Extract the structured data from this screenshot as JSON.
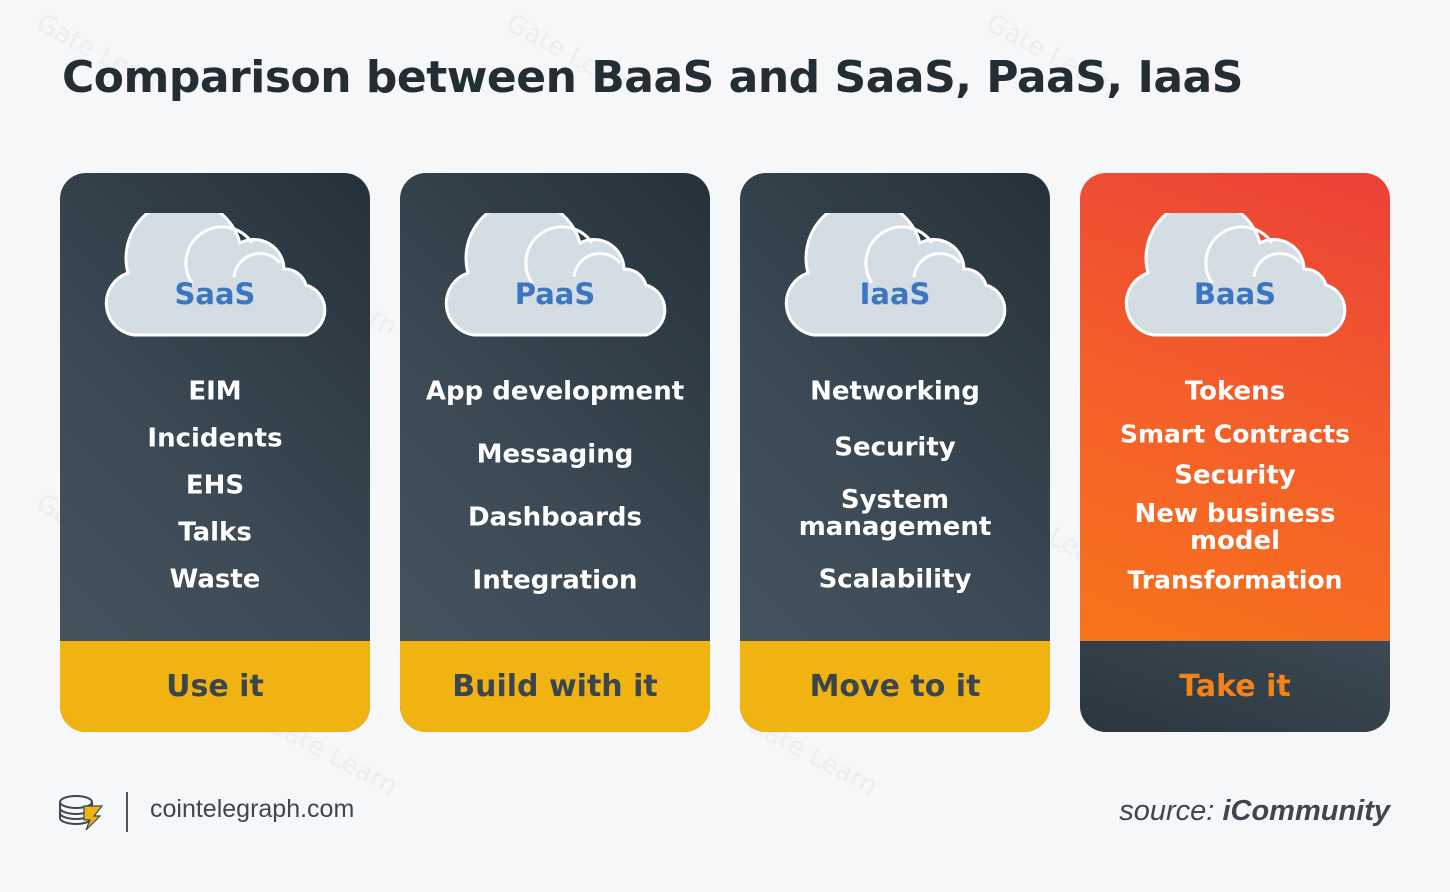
{
  "title": "Comparison between BaaS and SaaS, PaaS, IaaS",
  "watermark_text": "Gate Learn",
  "cards": [
    {
      "cloud_label": "SaaS",
      "items": [
        "EIM",
        "Incidents",
        "EHS",
        "Talks",
        "Waste"
      ],
      "footer": "Use it"
    },
    {
      "cloud_label": "PaaS",
      "items": [
        "App development",
        "Messaging",
        "Dashboards",
        "Integration"
      ],
      "footer": "Build with it"
    },
    {
      "cloud_label": "IaaS",
      "items": [
        "Networking",
        "Security",
        "System management",
        "Scalability"
      ],
      "footer": "Move to it"
    },
    {
      "cloud_label": "BaaS",
      "items": [
        "Tokens",
        "Smart Contracts",
        "Security",
        "New business model",
        "Transformation"
      ],
      "footer": "Take it"
    }
  ],
  "brand": {
    "site": "cointelegraph.com",
    "logo_icon": "cointelegraph-logo-icon"
  },
  "source": {
    "prefix": "source:",
    "name": "iCommunity"
  },
  "colors": {
    "card_dark": "#2f3b44",
    "card_highlight": "#f2542a",
    "footer_yellow": "#f1b311",
    "cloud_fill": "#d5dde4",
    "cloud_label": "#3a76c2",
    "title": "#232d34"
  }
}
